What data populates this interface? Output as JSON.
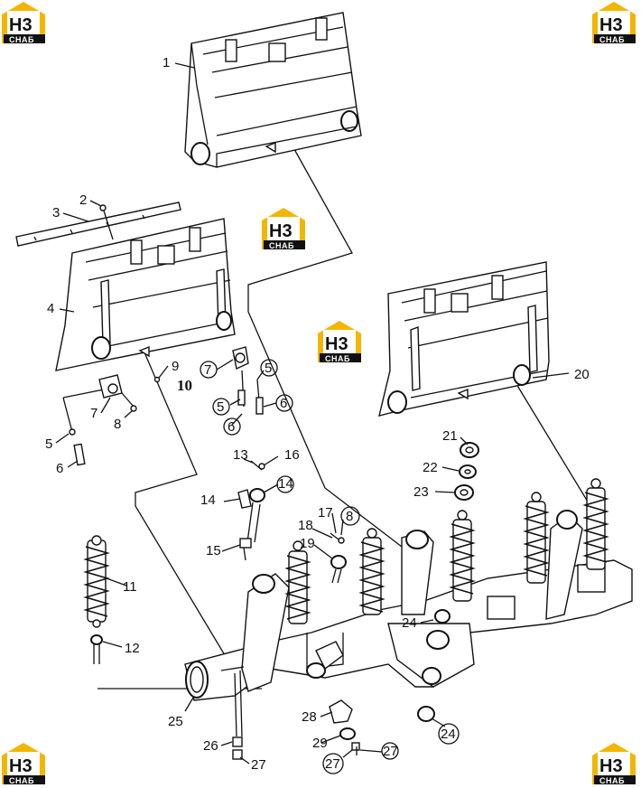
{
  "logo": {
    "main": "H3",
    "sub": "CHAБ",
    "color": "#f2b600"
  },
  "callouts": [
    {
      "id": "c1",
      "text": "1"
    },
    {
      "id": "c2",
      "text": "2"
    },
    {
      "id": "c3",
      "text": "3"
    },
    {
      "id": "c4",
      "text": "4"
    },
    {
      "id": "c5a",
      "text": "5"
    },
    {
      "id": "c6a",
      "text": "6"
    },
    {
      "id": "c7a",
      "text": "7"
    },
    {
      "id": "c8a",
      "text": "8"
    },
    {
      "id": "c9",
      "text": "9"
    },
    {
      "id": "c10",
      "text": "10"
    },
    {
      "id": "c7b",
      "text": "7"
    },
    {
      "id": "c5b",
      "text": "5"
    },
    {
      "id": "c5c",
      "text": "5"
    },
    {
      "id": "c6b",
      "text": "6"
    },
    {
      "id": "c6c",
      "text": "6"
    },
    {
      "id": "c11",
      "text": "11"
    },
    {
      "id": "c12",
      "text": "12"
    },
    {
      "id": "c13",
      "text": "13"
    },
    {
      "id": "c14a",
      "text": "14"
    },
    {
      "id": "c14b",
      "text": "14"
    },
    {
      "id": "c15",
      "text": "15"
    },
    {
      "id": "c16",
      "text": "16"
    },
    {
      "id": "c17",
      "text": "17"
    },
    {
      "id": "c18",
      "text": "18"
    },
    {
      "id": "c8b",
      "text": "8"
    },
    {
      "id": "c19",
      "text": "19"
    },
    {
      "id": "c20",
      "text": "20"
    },
    {
      "id": "c21",
      "text": "21"
    },
    {
      "id": "c22",
      "text": "22"
    },
    {
      "id": "c23",
      "text": "23"
    },
    {
      "id": "c24a",
      "text": "24"
    },
    {
      "id": "c24b",
      "text": "24"
    },
    {
      "id": "c25",
      "text": "25"
    },
    {
      "id": "c26",
      "text": "26"
    },
    {
      "id": "c27a",
      "text": "27"
    },
    {
      "id": "c28",
      "text": "28"
    },
    {
      "id": "c29",
      "text": "29"
    },
    {
      "id": "c27b",
      "text": "27"
    },
    {
      "id": "c27c",
      "text": "27"
    }
  ]
}
